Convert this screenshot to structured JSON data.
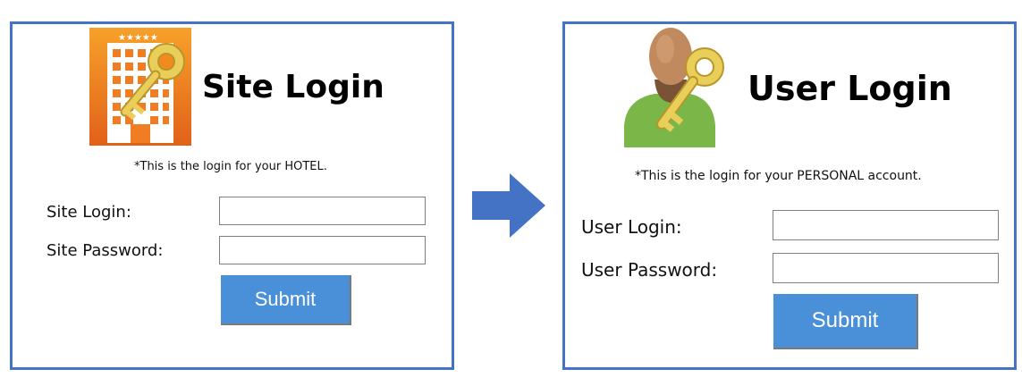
{
  "site_panel": {
    "title": "Site Login",
    "note": "*This is the login for your HOTEL.",
    "login_label": "Site Login:",
    "password_label": "Site Password:",
    "login_value": "",
    "password_value": "",
    "submit_label": "Submit",
    "icon": "hotel-key-icon"
  },
  "user_panel": {
    "title": "User Login",
    "note": "*This is the login for your PERSONAL account.",
    "login_label": "User Login:",
    "password_label": "User Password:",
    "login_value": "",
    "password_value": "",
    "submit_label": "Submit",
    "icon": "user-key-icon"
  },
  "flow_arrow": "arrow-right-icon",
  "colors": {
    "border": "#4472c4",
    "button": "#4a90d9",
    "arrow": "#4472c4",
    "hotel_orange": "#f28a1e",
    "key_gold": "#e9cf5a",
    "user_green": "#7ab648",
    "user_skin": "#c08a5e"
  }
}
